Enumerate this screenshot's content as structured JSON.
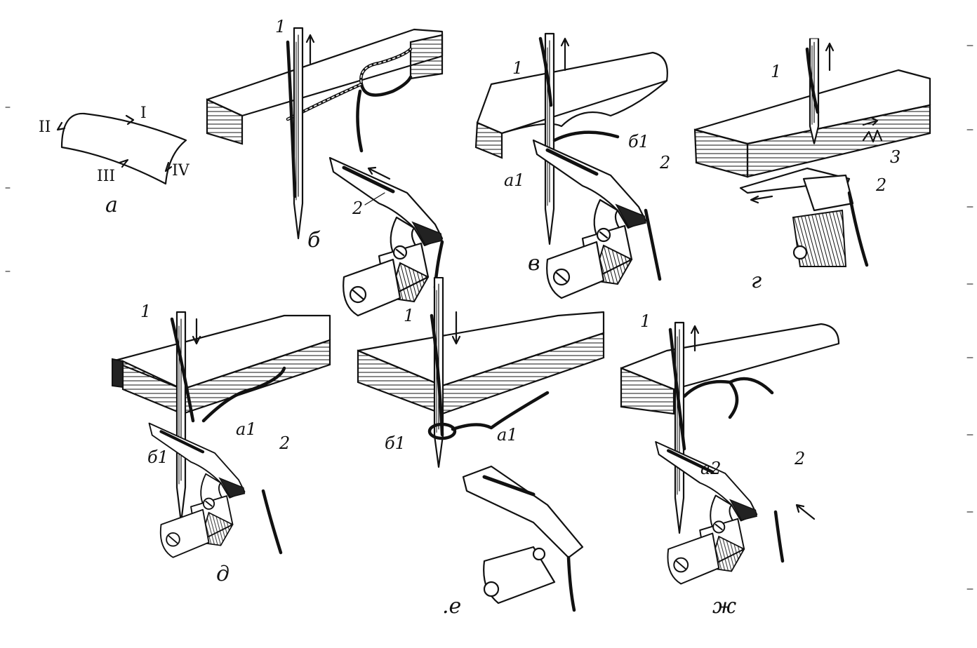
{
  "panels": {
    "a": {
      "label": "а",
      "directions": [
        "I",
        "II",
        "III",
        "IV"
      ]
    },
    "b": {
      "label": "б",
      "callouts": [
        "1",
        "2"
      ]
    },
    "v": {
      "label": "в",
      "callouts": [
        "1",
        "2",
        "б1",
        "а1"
      ]
    },
    "g": {
      "label": "г",
      "callouts": [
        "1",
        "2",
        "3"
      ]
    },
    "d": {
      "label": "д",
      "callouts": [
        "1",
        "2",
        "а1",
        "б1"
      ]
    },
    "e": {
      "label": ".е",
      "callouts": [
        "1",
        "б1",
        "а1"
      ]
    },
    "zh": {
      "label": "ж",
      "callouts": [
        "1",
        "2",
        "а2"
      ]
    }
  }
}
